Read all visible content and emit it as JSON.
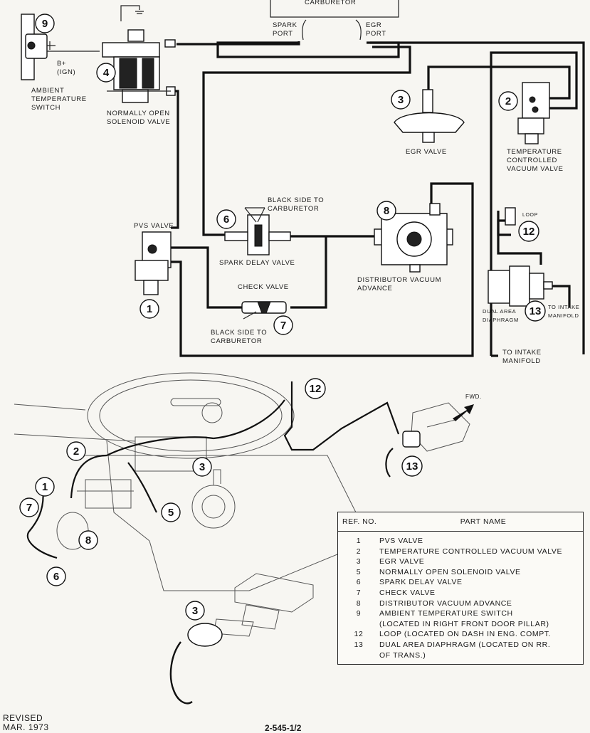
{
  "labels": {
    "carburetor": "CARBURETOR",
    "spark_port": "SPARK\nPORT",
    "egr_port": "EGR\nPORT",
    "b_ign": "B+\n(IGN)",
    "ambient_switch": "AMBIENT\nTEMPERATURE\nSWITCH",
    "solenoid_valve": "NORMALLY OPEN\nSOLENOID VALVE",
    "egr_valve": "EGR VALVE",
    "tcvv": "TEMPERATURE\nCONTROLLED\nVACUUM VALVE",
    "loop": "LOOP",
    "black_side_top": "BLACK SIDE TO\nCARBURETOR",
    "pvs_valve": "PVS VALVE",
    "spark_delay_valve": "SPARK DELAY VALVE",
    "distributor_advance": "DISTRIBUTOR VACUUM\nADVANCE",
    "check_valve": "CHECK VALVE",
    "black_side_bottom": "BLACK SIDE TO\nCARBURETOR",
    "dual_area_diaphragm": "DUAL AREA\nDIAPHRAGM",
    "to_intake_small": "TO INTAKE\nMANIFOLD",
    "to_intake_main": "TO INTAKE\nMANIFOLD",
    "fwd": "FWD."
  },
  "callouts": {
    "n1": "1",
    "n2": "2",
    "n3": "3",
    "n4": "4",
    "n5": "5",
    "n6": "6",
    "n7": "7",
    "n8": "8",
    "n9": "9",
    "n12": "12",
    "n13": "13"
  },
  "table": {
    "col_ref": "REF. NO.",
    "col_name": "PART NAME",
    "rows": [
      {
        "ref": "1",
        "name": "PVS VALVE"
      },
      {
        "ref": "2",
        "name": "TEMPERATURE CONTROLLED VACUUM VALVE"
      },
      {
        "ref": "3",
        "name": "EGR VALVE"
      },
      {
        "ref": "5",
        "name": "NORMALLY OPEN SOLENOID VALVE"
      },
      {
        "ref": "6",
        "name": "SPARK DELAY VALVE"
      },
      {
        "ref": "7",
        "name": "CHECK VALVE"
      },
      {
        "ref": "8",
        "name": "DISTRIBUTOR VACUUM ADVANCE"
      },
      {
        "ref": "9",
        "name": "AMBIENT TEMPERATURE SWITCH"
      },
      {
        "ref": "",
        "name": "(LOCATED IN RIGHT FRONT DOOR PILLAR)"
      },
      {
        "ref": "12",
        "name": "LOOP (LOCATED ON DASH IN ENG. COMPT."
      },
      {
        "ref": "13",
        "name": "DUAL AREA DIAPHRAGM (LOCATED ON RR."
      },
      {
        "ref": "",
        "name": "OF TRANS.)"
      }
    ]
  },
  "footer": {
    "revised": "REVISED",
    "date": "MAR. 1973",
    "page": "2-545-1/2"
  }
}
